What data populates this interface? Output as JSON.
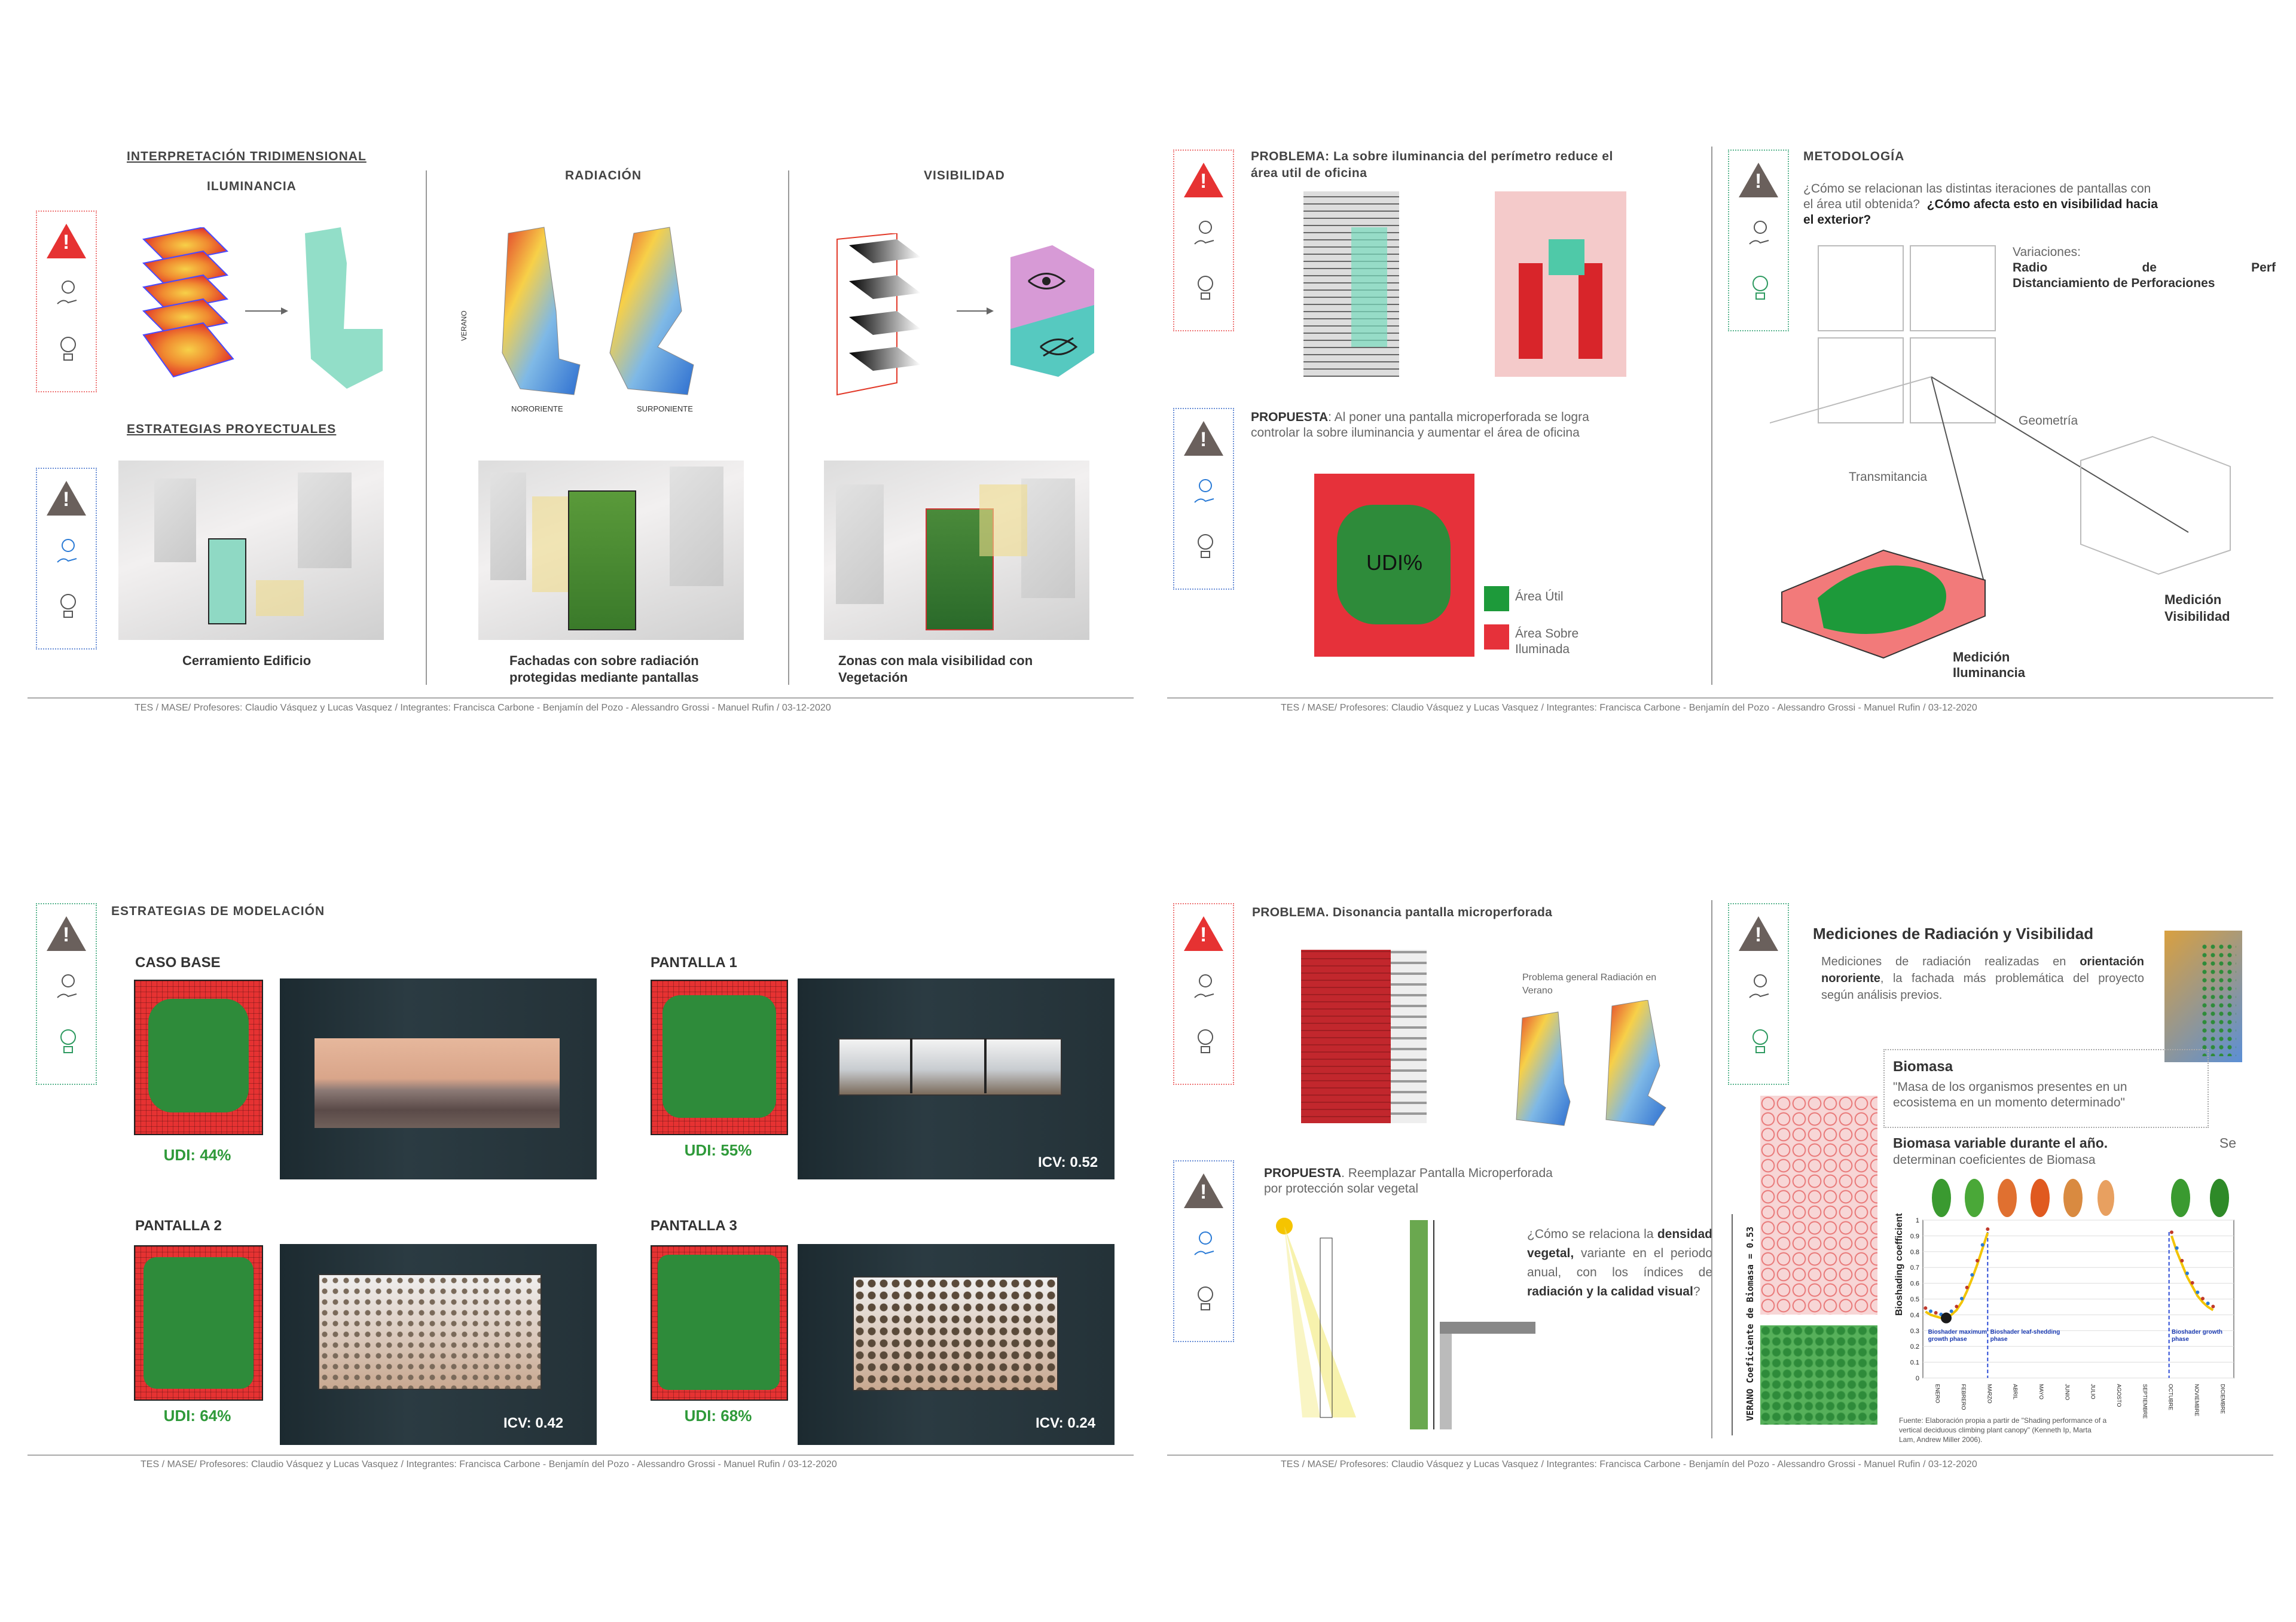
{
  "p1": {
    "title": "INTERPRETACIÓN TRIDIMENSIONAL",
    "iluminancia": "ILUMINANCIA",
    "radiacion": "RADIACIÓN",
    "visibilidad": "VISIBILIDAD",
    "verano": "VERANO",
    "nororiente": "NORORIENTE",
    "surponiente": "SURPONIENTE",
    "estrategias": "ESTRATEGIAS PROYECTUALES",
    "cap1": "Cerramiento Edificio",
    "cap2a": "Fachadas con sobre radiación",
    "cap2b": "protegidas mediante pantallas",
    "cap3a": "Zonas con mala visibilidad con",
    "cap3b": "Vegetación",
    "footer": "TES / MASE/ Profesores: Claudio Vásquez y Lucas Vasquez / Integrantes: Francisca Carbone - Benjamín del Pozo - Alessandro Grossi - Manuel Rufin / 03-12-2020"
  },
  "p2": {
    "problema_a": "PROBLEMA: La sobre iluminancia del perímetro reduce el",
    "problema_b": "área util de oficina",
    "propuesta_label": "PROPUESTA",
    "propuesta_a": ": Al poner una pantalla microperforada se logra",
    "propuesta_b": "controlar la sobre iluminancia y aumentar el área de oficina",
    "udi": "UDI%",
    "legend1": "Área Útil",
    "legend2a": "Área Sobre",
    "legend2b": "Iluminada",
    "metodologia": "METODOLOGÍA",
    "q1": "¿Cómo se relacionan las distintas iteraciones de pantallas con",
    "q2": "el área util obtenida?",
    "q3": "¿Cómo afecta esto en visibilidad hacia",
    "q4": "el exterior?",
    "variaciones": "Variaciones:",
    "radio": "Radio",
    "de": "de",
    "perf": "Perf",
    "dist": "Distanciamiento de Perforaciones",
    "geometria": "Geometría",
    "transmitancia": "Transmitancia",
    "med_vis_a": "Medición",
    "med_vis_b": "Visibilidad",
    "med_ilu_a": "Medición",
    "med_ilu_b": "Iluminancia",
    "footer": "TES / MASE/ Profesores: Claudio Vásquez y Lucas Vasquez / Integrantes: Francisca Carbone - Benjamín del Pozo - Alessandro Grossi - Manuel Rufin / 03-12-2020"
  },
  "p3": {
    "title": "ESTRATEGIAS DE MODELACIÓN",
    "caso_base": "CASO BASE",
    "pantalla1": "PANTALLA 1",
    "pantalla2": "PANTALLA 2",
    "pantalla3": "PANTALLA 3",
    "udi_base": "UDI: 44%",
    "udi_p1": "UDI: 55%",
    "udi_p2": "UDI: 64%",
    "udi_p3": "UDI: 68%",
    "icv_p1": "ICV: 0.52",
    "icv_p2": "ICV: 0.42",
    "icv_p3": "ICV: 0.24",
    "footer": "TES / MASE/ Profesores: Claudio Vásquez y Lucas Vasquez / Integrantes: Francisca Carbone - Benjamín del Pozo - Alessandro Grossi - Manuel Rufin / 03-12-2020"
  },
  "p4": {
    "problema": "PROBLEMA. Disonancia pantalla microperforada",
    "prob_general_a": "Problema general Radiación en",
    "prob_general_b": "Verano",
    "propuesta_label": "PROPUESTA",
    "propuesta_a": ". Reemplazar Pantalla Microperforada",
    "propuesta_b": "por protección solar vegetal",
    "q_a": "¿Cómo se relaciona la",
    "q_b": "densidad vegetal,",
    "q_c": "variante en el periodo",
    "q_d": "anual, con los índices de",
    "q_e": "radiación y la calidad",
    "q_f": "visual",
    "q_g": "?",
    "med_title": "Mediciones de Radiación y Visibilidad",
    "med_a": "Mediciones de radiación realizadas en",
    "med_b": "orientación",
    "med_c": "nororiente",
    "med_d": ", la fachada más problemática del",
    "med_e": "proyecto según análisis previos.",
    "biomasa": "Biomasa",
    "bio_def_a": "\"Masa de los organismos presentes en un",
    "bio_def_b": "ecosistema en un momento determinado\"",
    "bio_var": "Biomasa variable durante el año.",
    "bio_var_b": "Se",
    "bio_var_c": "determinan coeficientes de Biomasa",
    "vertical_label": "VERANO Coeficiente de Biomasa = 0.53",
    "chart_ylabel": "Bioshading coefficient",
    "fuente_a": "Fuente: Elaboración propia a partir de \"Shading performance of a",
    "fuente_b": "vertical deciduous climbing plant canopy\" (Kenneth Ip, Marta",
    "fuente_c": "Lam, Andrew Miller 2006).",
    "footer": "TES / MASE/ Profesores: Claudio Vásquez y Lucas Vasquez / Integrantes: Francisca Carbone - Benjamín del Pozo - Alessandro Grossi - Manuel Rufin / 03-12-2020"
  },
  "chart_data": {
    "type": "scatter",
    "ylabel": "Bioshading coefficient",
    "ylim": [
      0,
      1
    ],
    "yticks": [
      "1",
      "0.9",
      "0.8",
      "0.7",
      "0.6",
      "0.5",
      "0.4",
      "0.3",
      "0.2",
      "0.1",
      "0"
    ],
    "categories": [
      "ENERO",
      "FEBRERO",
      "MARZO",
      "ABRIL",
      "MAYO",
      "JUNIO",
      "JULIO",
      "AGOSTO",
      "SEPTIEMBRE",
      "OCTUBRE",
      "NOVIEMBRE",
      "DICIEMBRE"
    ],
    "annotations": [
      "Bioshader maximum growth phase",
      "Bioshader leaf-shedding phase",
      "Bioshader growth phase"
    ],
    "series": [
      {
        "x": [
          0.1,
          0.3,
          0.5,
          0.7,
          0.9,
          1.1,
          1.3,
          1.5,
          1.7,
          1.9,
          2.1,
          2.3,
          2.5
        ],
        "values": [
          0.42,
          0.4,
          0.39,
          0.38,
          0.38,
          0.4,
          0.43,
          0.48,
          0.55,
          0.63,
          0.72,
          0.82,
          0.92
        ]
      },
      {
        "x": [
          9.6,
          9.8,
          10.0,
          10.2,
          10.4,
          10.6,
          10.8,
          11.0,
          11.2
        ],
        "values": [
          0.9,
          0.8,
          0.72,
          0.64,
          0.58,
          0.52,
          0.48,
          0.45,
          0.43
        ]
      }
    ],
    "colors": {
      "marker": "#1a1a1a",
      "fit": "#f2c400",
      "dots_a": "#c0392b",
      "dots_b": "#2b7bd6"
    }
  }
}
